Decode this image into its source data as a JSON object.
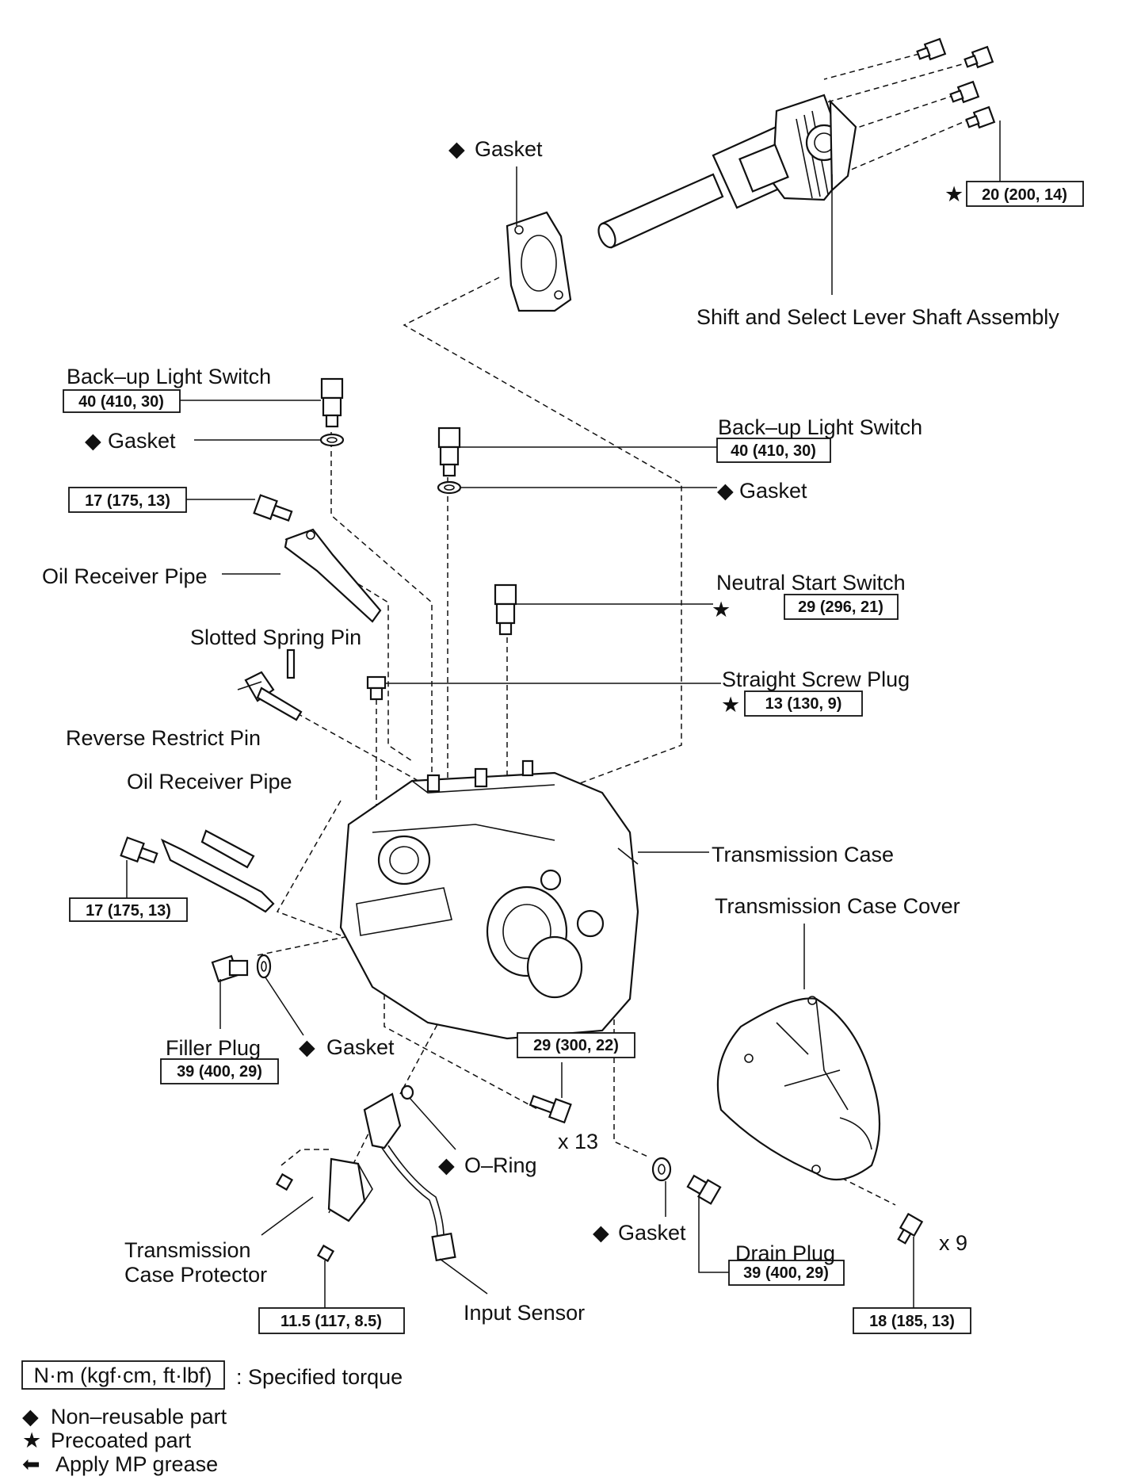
{
  "symbols": {
    "diamond": "◆",
    "star": "★",
    "arrow": "⬅"
  },
  "labels": {
    "gasket_top": "Gasket",
    "shift_select": "Shift and Select Lever Shaft Assembly",
    "backup_switch_left": "Back–up Light Switch",
    "gasket_left": "Gasket",
    "backup_switch_right": "Back–up Light Switch",
    "gasket_right": "Gasket",
    "oil_pipe_upper": "Oil Receiver Pipe",
    "neutral_start": "Neutral Start Switch",
    "slotted_pin": "Slotted Spring Pin",
    "straight_plug": "Straight Screw Plug",
    "reverse_pin": "Reverse Restrict Pin",
    "oil_pipe_lower": "Oil Receiver Pipe",
    "trans_case": "Transmission Case",
    "trans_case_cover": "Transmission Case Cover",
    "filler_plug": "Filler Plug",
    "gasket_filler": "Gasket",
    "x13": "x 13",
    "o_ring": "O–Ring",
    "gasket_drain": "Gasket",
    "x9": "x 9",
    "drain_plug": "Drain Plug",
    "case_protector_1": "Transmission",
    "case_protector_2": "Case Protector",
    "input_sensor": "Input Sensor"
  },
  "torques": {
    "shift_bolts": "20 (200, 14)",
    "backup_left": "40 (410, 30)",
    "backup_right": "40 (410, 30)",
    "pipe_upper_bolt": "17 (175, 13)",
    "neutral_start": "29 (296, 21)",
    "straight_plug": "13 (130, 9)",
    "pipe_lower_bolt": "17 (175, 13)",
    "filler_plug": "39 (400, 29)",
    "case_bolts": "29 (300, 22)",
    "drain_plug": "39 (400, 29)",
    "protector_bolt": "11.5 (117, 8.5)",
    "cover_bolts": "18 (185, 13)"
  },
  "legend": {
    "unit_box": "N·m (kgf·cm, ft·lbf)",
    "unit_desc": ": Specified torque",
    "non_reusable": "Non–reusable part",
    "precoated": "Precoated part",
    "mp_grease": "Apply MP grease"
  }
}
